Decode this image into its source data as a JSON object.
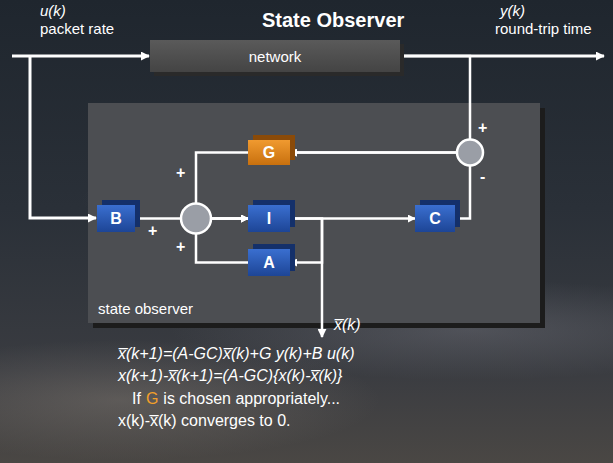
{
  "diagram": {
    "title": "State Observer",
    "nodes": [
      {
        "text": [
          "network"
        ]
      },
      {
        "text": [
          "state observer"
        ]
      },
      {
        "text": [
          "B"
        ],
        "in": 1
      },
      {
        "text": [
          "G"
        ],
        "in": 1
      },
      {
        "text": [
          "I"
        ],
        "in": 1
      },
      {
        "text": [
          "A"
        ],
        "in": 1
      },
      {
        "text": [
          "C"
        ],
        "in": 1
      }
    ],
    "edges": [
      {
        "from": 2,
        "to": 4,
        "arrow": "to"
      },
      {
        "from": 3,
        "to": 4,
        "arrow": "to"
      },
      {
        "from": 5,
        "to": 4,
        "arrow": "to"
      },
      {
        "from": 4,
        "to": 6,
        "arrow": "to"
      },
      {
        "from": 4,
        "to": 5,
        "arrow": "to"
      },
      {
        "from": 6,
        "to": 3,
        "arrow": "to"
      },
      {
        "from": 0,
        "to": 3,
        "arrow": "to"
      }
    ],
    "labels": [
      "u(k)",
      "packet rate",
      "y(k)",
      "round-trip time",
      "+",
      "+",
      "+",
      "+",
      "-",
      "x̅(k)",
      "x̅(k+1)=(A-GC)x̅(k)+G y(k)+B u(k)",
      "x(k+1)-x̅(k+1)=(A-GC){x(k)-x̅(k)}",
      "If",
      "G",
      "is chosen appropriately...",
      "x(k)-x̅(k) converges to 0."
    ]
  }
}
